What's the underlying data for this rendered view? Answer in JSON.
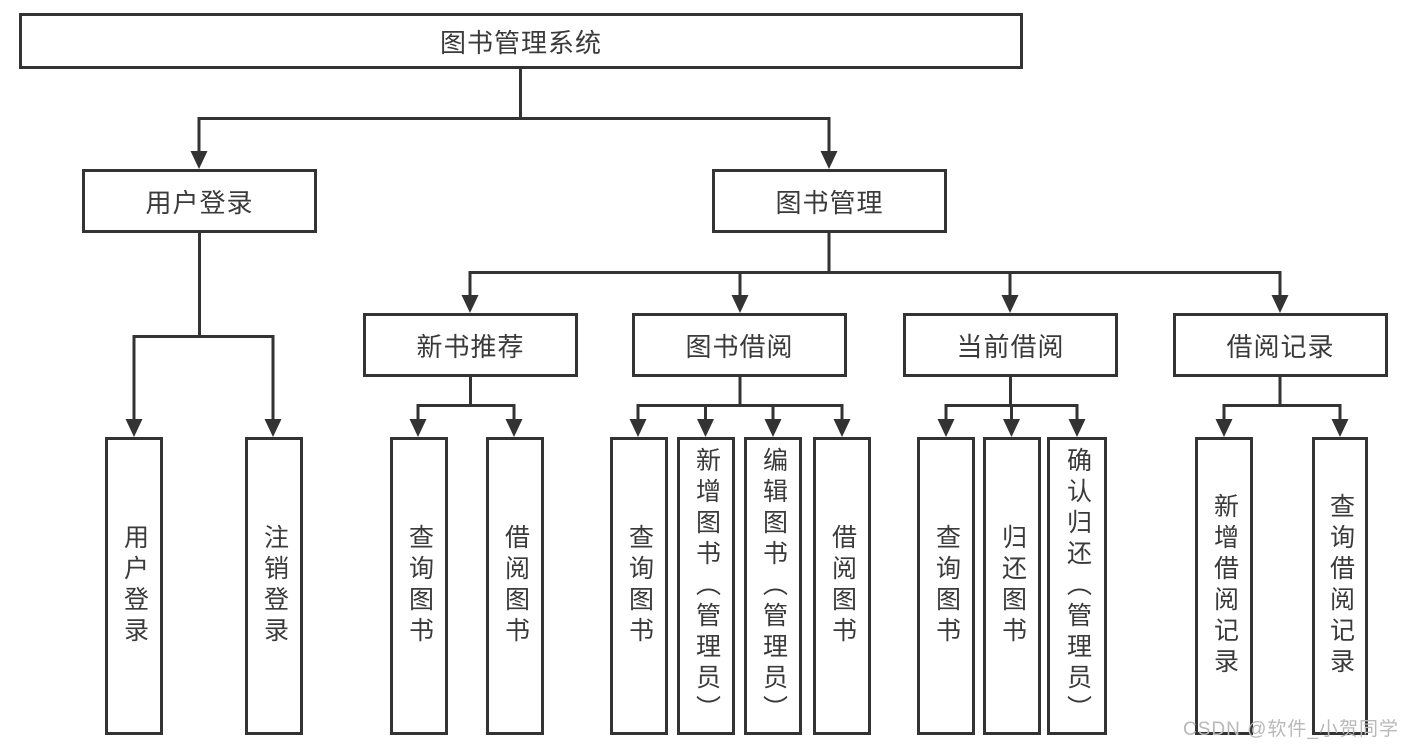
{
  "colors": {
    "line": "#333333",
    "box_border": "#333333",
    "text": "#3a3a3a",
    "watermark": "#b9b9b9",
    "background": "#ffffff"
  },
  "watermark": {
    "text": "CSDN @软件_小贺同学"
  },
  "diagram": {
    "title": "图书管理系统",
    "nodes": {
      "root": "图书管理系统",
      "user_login": "用户登录",
      "book_management": "图书管理",
      "new_book_recommend": "新书推荐",
      "book_borrow": "图书借阅",
      "current_borrow": "当前借阅",
      "borrow_records": "借阅记录",
      "leaf_user_login": "用户登录",
      "leaf_logout": "注销登录",
      "leaf_recommend_query": "查询图书",
      "leaf_recommend_borrow": "借阅图书",
      "leaf_borrow_query": "查询图书",
      "leaf_borrow_add": "新增图书（管理员）",
      "leaf_borrow_edit": "编辑图书（管理员）",
      "leaf_borrow_lend": "借阅图书",
      "leaf_current_query": "查询图书",
      "leaf_current_return": "归还图书",
      "leaf_current_confirm": "确认归还（管理员）",
      "leaf_records_add": "新增借阅记录",
      "leaf_records_query": "查询借阅记录"
    },
    "hierarchy": {
      "图书管理系统": {
        "用户登录": [
          "用户登录",
          "注销登录"
        ],
        "图书管理": {
          "新书推荐": [
            "查询图书",
            "借阅图书"
          ],
          "图书借阅": [
            "查询图书",
            "新增图书（管理员）",
            "编辑图书（管理员）",
            "借阅图书"
          ],
          "当前借阅": [
            "查询图书",
            "归还图书",
            "确认归还（管理员）"
          ],
          "借阅记录": [
            "新增借阅记录",
            "查询借阅记录"
          ]
        }
      }
    }
  }
}
